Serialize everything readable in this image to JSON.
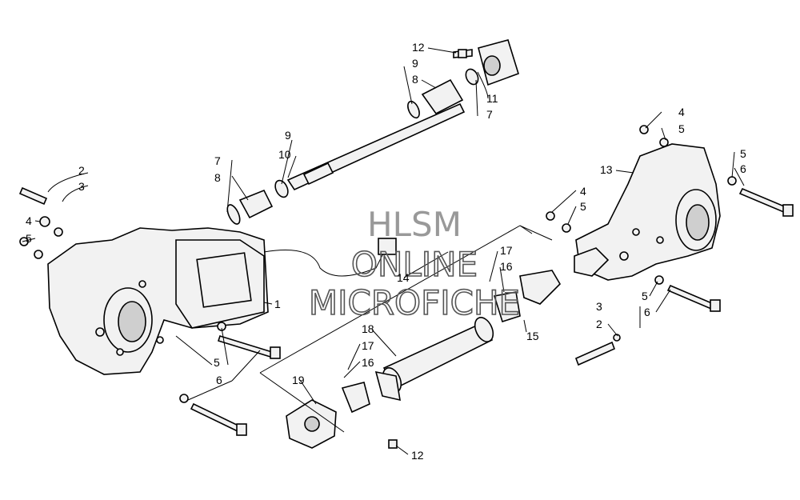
{
  "watermark": {
    "line1": "HLSM",
    "line2": "ONLINE",
    "line3": "MICROFICHE"
  },
  "callouts": {
    "c1": "1",
    "c2a": "2",
    "c2b": "2",
    "c3a": "3",
    "c3b": "3",
    "c4a": "4",
    "c4b": "4",
    "c4c": "4",
    "c5a": "5",
    "c5b": "5",
    "c5c": "5",
    "c5d": "5",
    "c5e": "5",
    "c5f": "5",
    "c6a": "6",
    "c6b": "6",
    "c6c": "6",
    "c7a": "7",
    "c7b": "7",
    "c8a": "8",
    "c8b": "8",
    "c9a": "9",
    "c9b": "9",
    "c10": "10",
    "c11": "11",
    "c12a": "12",
    "c12b": "12",
    "c13": "13",
    "c14": "14",
    "c15": "15",
    "c16a": "16",
    "c16b": "16",
    "c17a": "17",
    "c17b": "17",
    "c18": "18",
    "c19": "19"
  }
}
